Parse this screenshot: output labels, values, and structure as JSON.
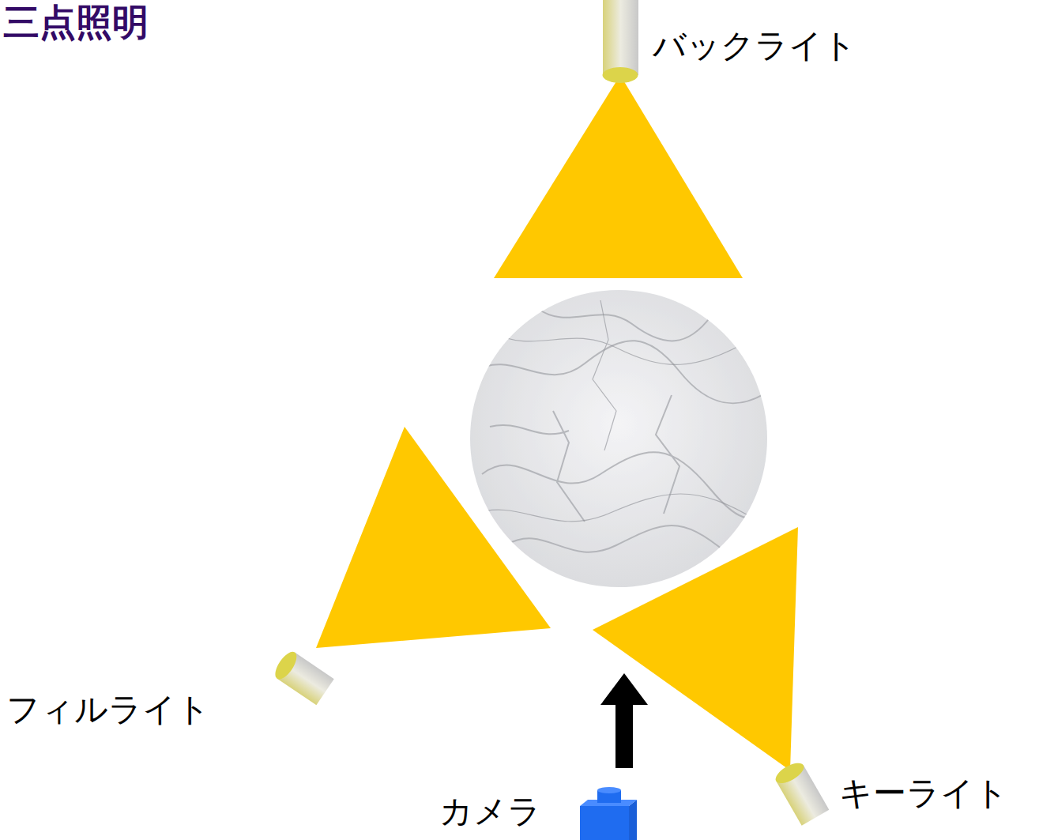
{
  "diagram": {
    "title": "三点照明",
    "labels": [
      "バックライト",
      "フィルライト",
      "キーライト",
      "カメラ"
    ]
  }
}
